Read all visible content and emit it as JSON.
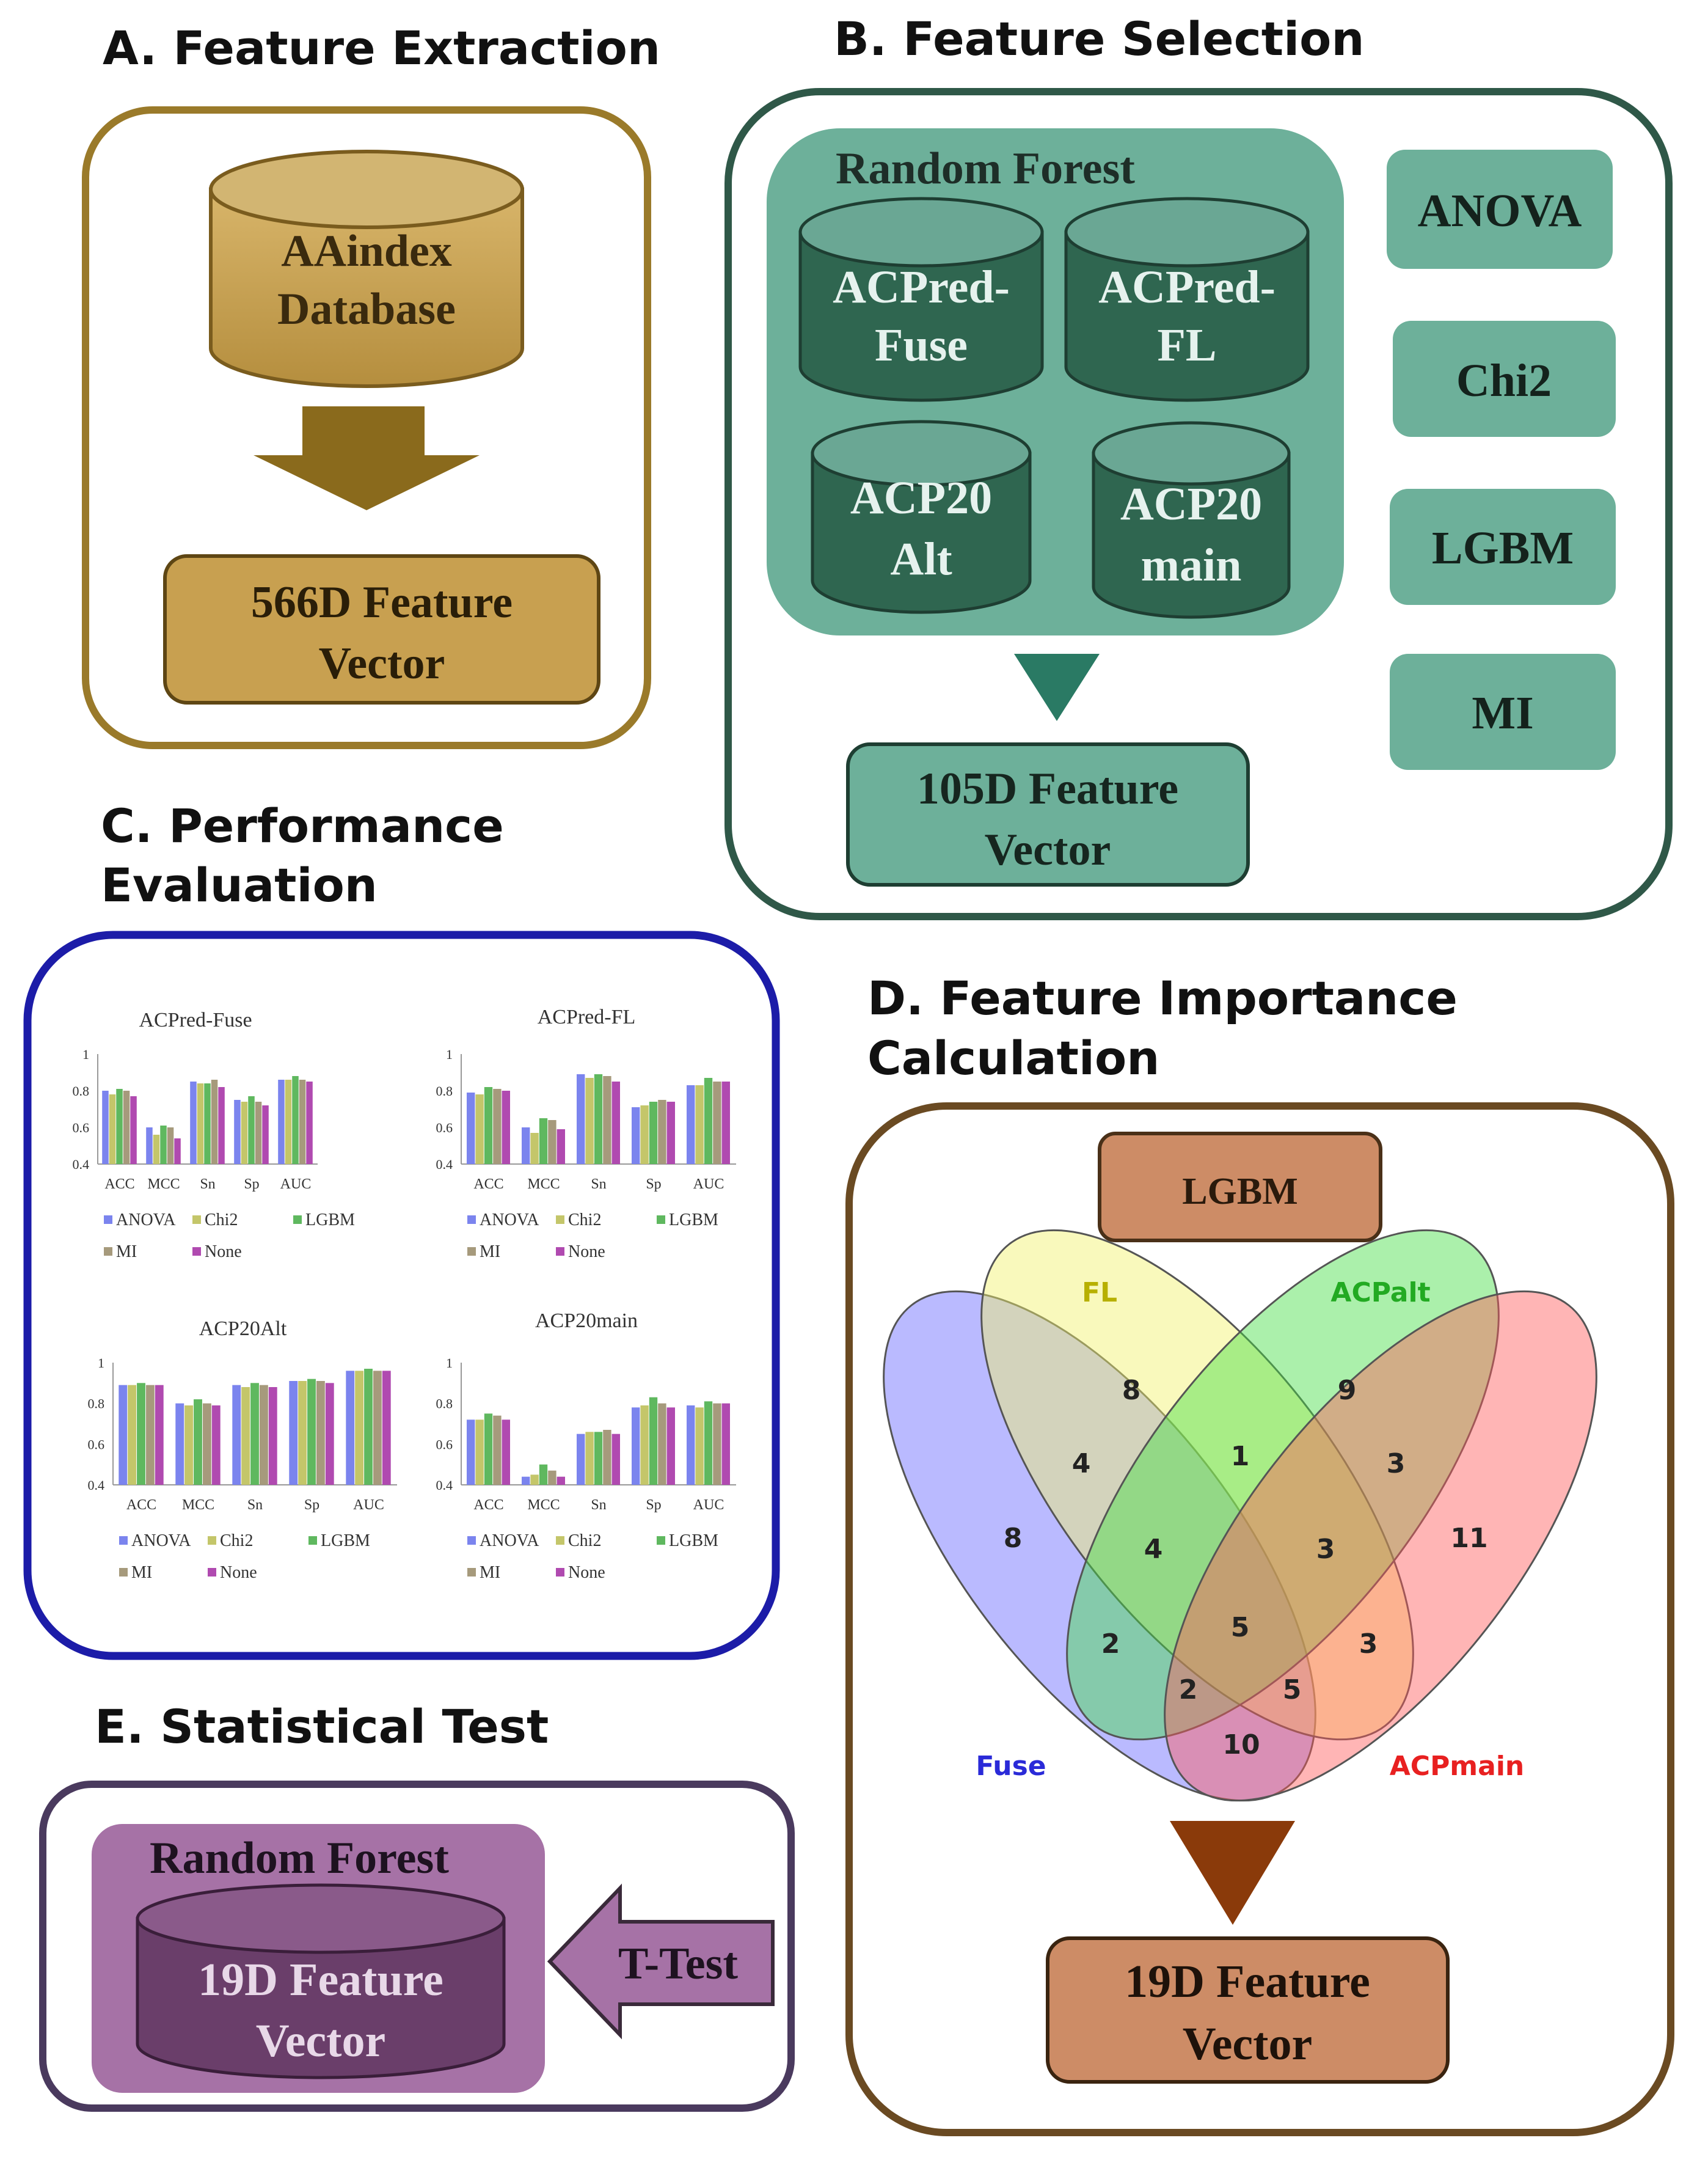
{
  "sections": {
    "a": {
      "title": "A. Feature Extraction",
      "database": [
        "AAindex",
        "Database"
      ],
      "output": [
        "566D Feature",
        "Vector"
      ]
    },
    "b": {
      "title": "B. Feature Selection",
      "panel_title": "Random Forest",
      "datasets": [
        [
          "ACPred-",
          "Fuse"
        ],
        [
          "ACPred-",
          "FL"
        ],
        [
          "ACP20",
          "Alt"
        ],
        [
          "ACP20",
          "main"
        ]
      ],
      "methods": [
        "ANOVA",
        "Chi2",
        "LGBM",
        "MI"
      ],
      "output": [
        "105D Feature",
        "Vector"
      ]
    },
    "c": {
      "title": [
        "C. Performance",
        "Evaluation"
      ]
    },
    "d": {
      "title": [
        "D. Feature Importance",
        "Calculation"
      ],
      "method": "LGBM",
      "output": [
        "19D Feature",
        "Vector"
      ]
    },
    "e": {
      "title": "E. Statistical Test",
      "panel_title": "Random Forest",
      "inner": [
        "19D Feature",
        "Vector"
      ],
      "test": "T-Test"
    }
  },
  "venn": {
    "sets": [
      "FL",
      "ACPalt",
      "Fuse",
      "ACPmain"
    ],
    "colors": {
      "FL": "#b7b000",
      "ACPalt": "#22aa22",
      "Fuse": "#2a2ad8",
      "ACPmain": "#e82020"
    },
    "counts": {
      "FL": "8",
      "ACPalt": "9",
      "Fuse": "8",
      "ACPmain": "11",
      "Fuse_FL": "4",
      "FL_ACPalt": "1",
      "ACPalt_ACPmain": "3",
      "Fuse_FL_ACPalt": "4",
      "FL_ACPalt_ACPmain": "3",
      "Fuse_ACPalt": "2",
      "FL_ACPmain": "3",
      "all": "5",
      "Fuse_ACPalt_ACPmain": "2",
      "Fuse_FL_ACPmain": "5",
      "Fuse_ACPmain": "10"
    }
  },
  "legend": {
    "entries": [
      "ANOVA",
      "Chi2",
      "LGBM",
      "MI",
      "None"
    ],
    "colors": [
      "#7b84ee",
      "#c4c66a",
      "#5fb85f",
      "#a69a7c",
      "#b04ab0"
    ]
  },
  "chart_data": [
    {
      "type": "bar",
      "title": "ACPred-Fuse",
      "categories": [
        "ACC",
        "MCC",
        "Sn",
        "Sp",
        "AUC"
      ],
      "ylim": [
        0.4,
        1
      ],
      "yticks": [
        "0.4",
        "0.6",
        "0.8",
        "1"
      ],
      "series": [
        {
          "name": "ANOVA",
          "values": [
            0.8,
            0.6,
            0.85,
            0.75,
            0.86
          ]
        },
        {
          "name": "Chi2",
          "values": [
            0.78,
            0.56,
            0.84,
            0.74,
            0.86
          ]
        },
        {
          "name": "LGBM",
          "values": [
            0.81,
            0.61,
            0.84,
            0.77,
            0.88
          ]
        },
        {
          "name": "MI",
          "values": [
            0.8,
            0.6,
            0.86,
            0.74,
            0.86
          ]
        },
        {
          "name": "None",
          "values": [
            0.77,
            0.54,
            0.82,
            0.72,
            0.85
          ]
        }
      ]
    },
    {
      "type": "bar",
      "title": "ACPred-FL",
      "categories": [
        "ACC",
        "MCC",
        "Sn",
        "Sp",
        "AUC"
      ],
      "ylim": [
        0.4,
        1
      ],
      "yticks": [
        "0.4",
        "0.6",
        "0.8",
        "1"
      ],
      "series": [
        {
          "name": "ANOVA",
          "values": [
            0.79,
            0.6,
            0.89,
            0.71,
            0.83
          ]
        },
        {
          "name": "Chi2",
          "values": [
            0.78,
            0.57,
            0.87,
            0.72,
            0.83
          ]
        },
        {
          "name": "LGBM",
          "values": [
            0.82,
            0.65,
            0.89,
            0.74,
            0.87
          ]
        },
        {
          "name": "MI",
          "values": [
            0.81,
            0.64,
            0.88,
            0.75,
            0.85
          ]
        },
        {
          "name": "None",
          "values": [
            0.8,
            0.59,
            0.85,
            0.74,
            0.85
          ]
        }
      ]
    },
    {
      "type": "bar",
      "title": "ACP20Alt",
      "categories": [
        "ACC",
        "MCC",
        "Sn",
        "Sp",
        "AUC"
      ],
      "ylim": [
        0.4,
        1
      ],
      "yticks": [
        "0.4",
        "0.6",
        "0.8",
        "1"
      ],
      "series": [
        {
          "name": "ANOVA",
          "values": [
            0.89,
            0.8,
            0.89,
            0.91,
            0.96
          ]
        },
        {
          "name": "Chi2",
          "values": [
            0.89,
            0.79,
            0.88,
            0.91,
            0.96
          ]
        },
        {
          "name": "LGBM",
          "values": [
            0.9,
            0.82,
            0.9,
            0.92,
            0.97
          ]
        },
        {
          "name": "MI",
          "values": [
            0.89,
            0.8,
            0.89,
            0.91,
            0.96
          ]
        },
        {
          "name": "None",
          "values": [
            0.89,
            0.79,
            0.88,
            0.9,
            0.96
          ]
        }
      ]
    },
    {
      "type": "bar",
      "title": "ACP20main",
      "categories": [
        "ACC",
        "MCC",
        "Sn",
        "Sp",
        "AUC"
      ],
      "ylim": [
        0.4,
        1
      ],
      "yticks": [
        "0.4",
        "0.6",
        "0.8",
        "1"
      ],
      "series": [
        {
          "name": "ANOVA",
          "values": [
            0.72,
            0.44,
            0.65,
            0.78,
            0.79
          ]
        },
        {
          "name": "Chi2",
          "values": [
            0.72,
            0.45,
            0.66,
            0.79,
            0.78
          ]
        },
        {
          "name": "LGBM",
          "values": [
            0.75,
            0.5,
            0.66,
            0.83,
            0.81
          ]
        },
        {
          "name": "MI",
          "values": [
            0.74,
            0.47,
            0.67,
            0.8,
            0.8
          ]
        },
        {
          "name": "None",
          "values": [
            0.72,
            0.44,
            0.65,
            0.78,
            0.8
          ]
        }
      ]
    }
  ]
}
